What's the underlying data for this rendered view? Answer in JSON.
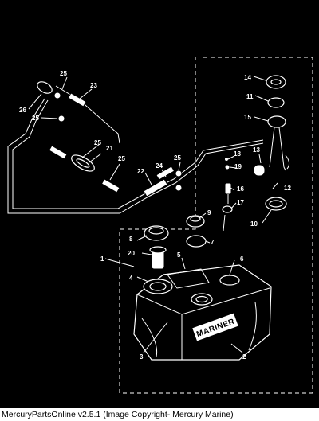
{
  "diagram": {
    "callouts": {
      "c1": "1",
      "c2": "2",
      "c3": "3",
      "c4": "4",
      "c5": "5",
      "c6": "6",
      "c7": "7",
      "c8": "8",
      "c9": "9",
      "c10": "10",
      "c11": "11",
      "c12": "12",
      "c13": "13",
      "c14": "14",
      "c15": "15",
      "c16": "16",
      "c17": "17",
      "c18": "18",
      "c19": "19",
      "c20": "20",
      "c21": "21",
      "c22": "22",
      "c23": "23",
      "c24": "24",
      "c25a": "25",
      "c25b": "25",
      "c25c": "25",
      "c25d": "25",
      "c25e": "25",
      "c26": "26"
    },
    "tank_label": "MARINER"
  },
  "footer": {
    "caption": "MercuryPartsOnline v2.5.1 (Image Copyright- Mercury Marine)"
  }
}
